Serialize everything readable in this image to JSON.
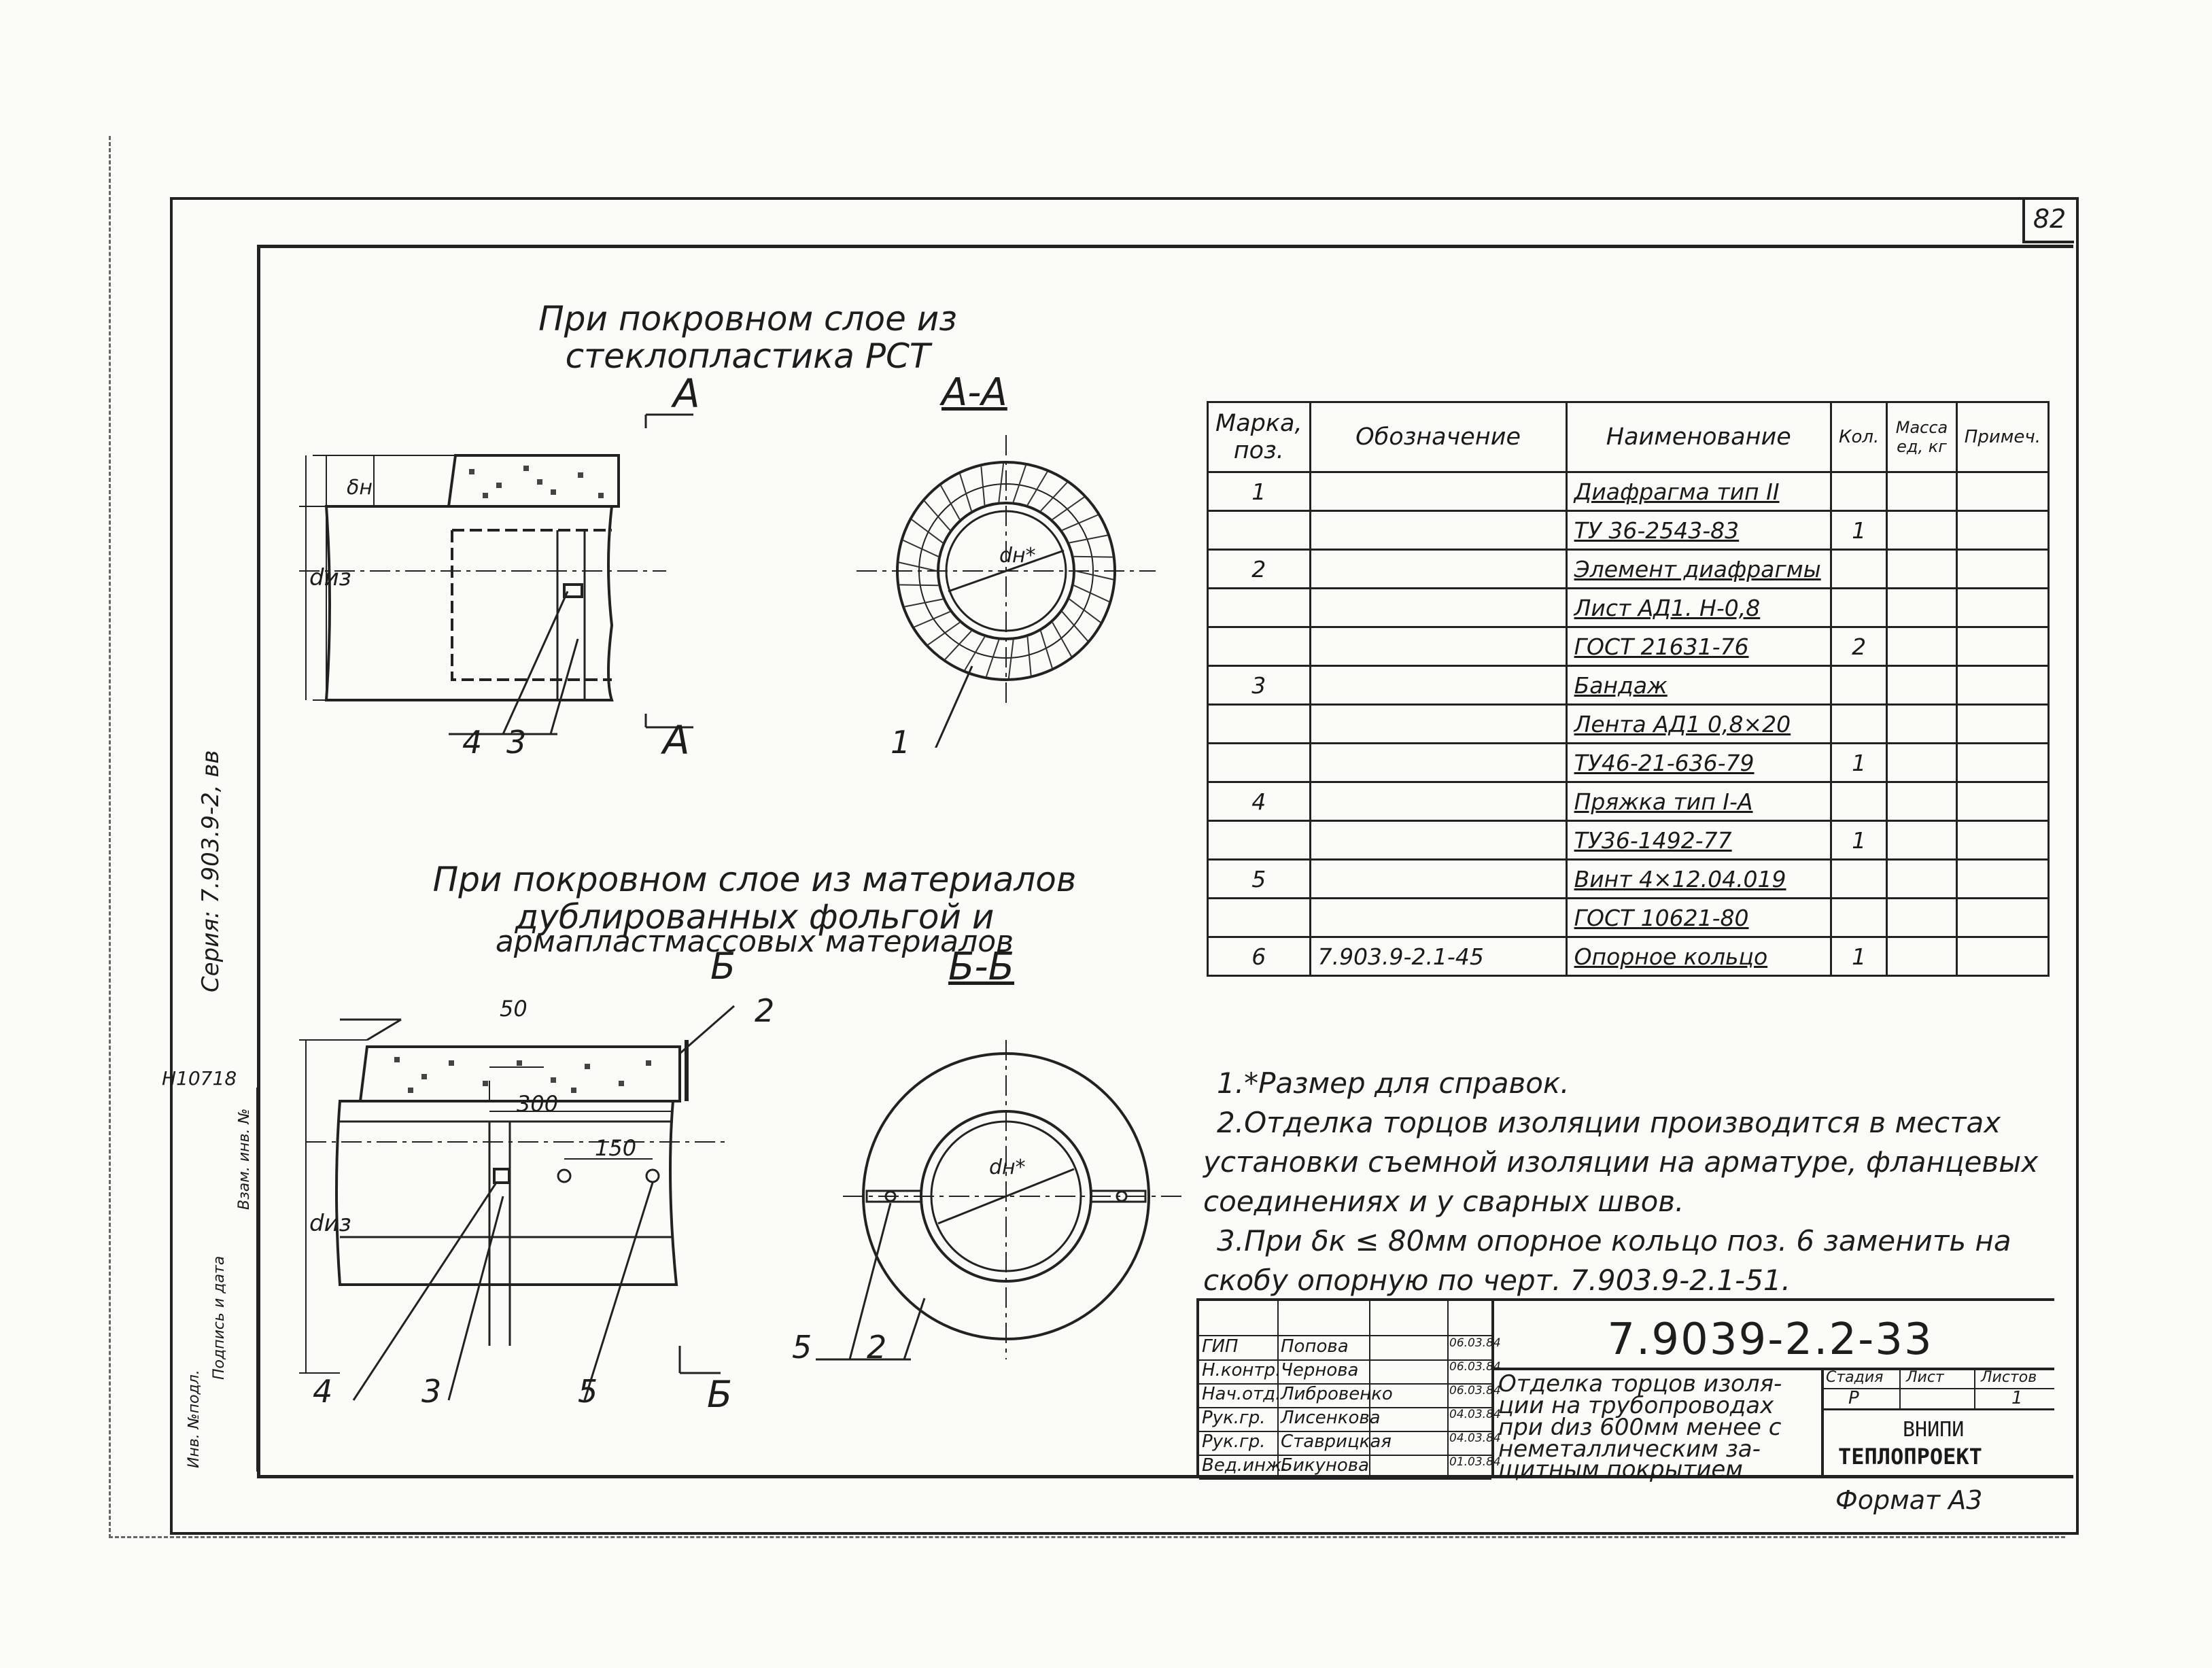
{
  "sheet_number": "82",
  "side_series": "Серия: 7.903.9-2, вв",
  "side_code": "Н10718",
  "side_columns": [
    "Инв. №подл.",
    "Подпись и дата",
    "Взам. инв. №"
  ],
  "view_top": {
    "title_line1": "При покровном слое из",
    "title_line2": "стеклопластика РСТ",
    "section_mark": "А",
    "section_title": "А-А",
    "dim_thickness": "δн",
    "dim_diameter": "dиз",
    "dim_inner": "dн*",
    "callouts": [
      "4",
      "3",
      "1"
    ]
  },
  "view_bottom": {
    "title_line1": "При покровном слое из материалов",
    "title_line2": "дублированных фольгой и",
    "title_line3": "армапластмассовых материалов",
    "section_mark": "Б",
    "section_title": "Б-Б",
    "dim_50": "50",
    "dim_300": "300",
    "dim_150": "150",
    "dim_diameter": "dиз",
    "dim_inner": "dн*",
    "callouts_left": [
      "4",
      "3",
      "5",
      "2"
    ],
    "callouts_right": [
      "5",
      "2"
    ]
  },
  "spec_table": {
    "headers": [
      "Марка, поз.",
      "Обозначение",
      "Наименование",
      "Кол.",
      "Масса ед, кг",
      "Примеч."
    ],
    "rows": [
      {
        "pos": "1",
        "designation": "",
        "name": "Диафрагма тип II",
        "qty": ""
      },
      {
        "pos": "",
        "designation": "",
        "name": "ТУ 36-2543-83",
        "qty": "1"
      },
      {
        "pos": "2",
        "designation": "",
        "name": "Элемент диафрагмы",
        "qty": ""
      },
      {
        "pos": "",
        "designation": "",
        "name": "Лист АД1. Н-0,8",
        "qty": ""
      },
      {
        "pos": "",
        "designation": "",
        "name": "ГОСТ 21631-76",
        "qty": "2"
      },
      {
        "pos": "3",
        "designation": "",
        "name": "Бандаж",
        "qty": ""
      },
      {
        "pos": "",
        "designation": "",
        "name": "Лента АД1 0,8×20",
        "qty": ""
      },
      {
        "pos": "",
        "designation": "",
        "name": "ТУ46-21-636-79",
        "qty": "1"
      },
      {
        "pos": "4",
        "designation": "",
        "name": "Пряжка тип I-А",
        "qty": ""
      },
      {
        "pos": "",
        "designation": "",
        "name": "ТУ36-1492-77",
        "qty": "1"
      },
      {
        "pos": "5",
        "designation": "",
        "name": "Винт 4×12.04.019",
        "qty": ""
      },
      {
        "pos": "",
        "designation": "",
        "name": "ГОСТ 10621-80",
        "qty": ""
      },
      {
        "pos": "6",
        "designation": "7.903.9-2.1-45",
        "name": "Опорное кольцо",
        "qty": "1"
      }
    ]
  },
  "notes": [
    "1.*Размер для справок.",
    "2.Отделка торцов изоляции производится в местах",
    "установки съемной изоляции на арматуре, фланцевых",
    "соединениях и у сварных швов.",
    "3.При δк ≤ 80мм опорное кольцо поз. 6 заменить на",
    "скобу опорную по черт. 7.903.9-2.1-51."
  ],
  "stamp": {
    "doc_code": "7.9039-2.2-33",
    "description": [
      "Отделка торцов изоля-",
      "ции на трубопроводах",
      "при dиз 600мм менее с",
      "неметаллическим за-",
      "щитным покрытием"
    ],
    "stage_labels": [
      "Стадия",
      "Лист",
      "Листов"
    ],
    "stage_values": [
      "Р",
      "",
      "1"
    ],
    "org_line1": "ВНИПИ",
    "org_line2": "ТЕПЛОПРОЕКТ",
    "people": [
      {
        "role": "ГИП",
        "name": "Попова",
        "date": "06.03.84"
      },
      {
        "role": "Н.контр.",
        "name": "Чернова",
        "date": "06.03.84"
      },
      {
        "role": "Нач.отд.",
        "name": "Либровенко",
        "date": "06.03.84"
      },
      {
        "role": "Рук.гр.",
        "name": "Лисенкова",
        "date": "04.03.84"
      },
      {
        "role": "Рук.гр.",
        "name": "Ставрицкая",
        "date": "04.03.84"
      },
      {
        "role": "Вед.инж.",
        "name": "Бикунова",
        "date": "01.03.84"
      }
    ]
  },
  "format_label": "Формат А3"
}
